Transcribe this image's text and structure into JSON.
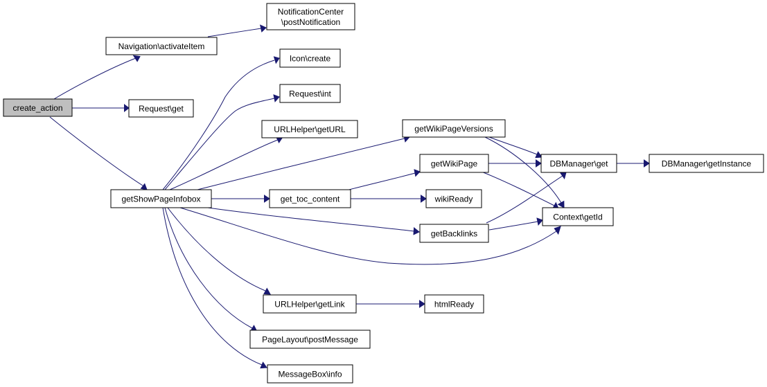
{
  "diagram": {
    "colors": {
      "node_border": "#000000",
      "node_fill": "#ffffff",
      "current_fill": "#bfbfbf",
      "edge": "#191970"
    },
    "nodes": {
      "create_action": "create_action",
      "nav_activate": "Navigation\\activateItem",
      "notif_1": "NotificationCenter",
      "notif_2": "\\postNotification",
      "request_get": "Request\\get",
      "show_infobox": "getShowPageInfobox",
      "icon_create": "Icon\\create",
      "request_int": "Request\\int",
      "urlhelper_geturl": "URLHelper\\getURL",
      "get_toc_content": "get_toc_content",
      "urlhelper_getlink": "URLHelper\\getLink",
      "pagelayout_postmessage": "PageLayout\\postMessage",
      "messagebox_info": "MessageBox\\info",
      "getwikipageversions": "getWikiPageVersions",
      "getwikipage": "getWikiPage",
      "wikiready": "wikiReady",
      "getbacklinks": "getBacklinks",
      "htmlready": "htmlReady",
      "dbmanager_get": "DBManager\\get",
      "context_getid": "Context\\getId",
      "dbmanager_getinstance": "DBManager\\getInstance"
    }
  }
}
